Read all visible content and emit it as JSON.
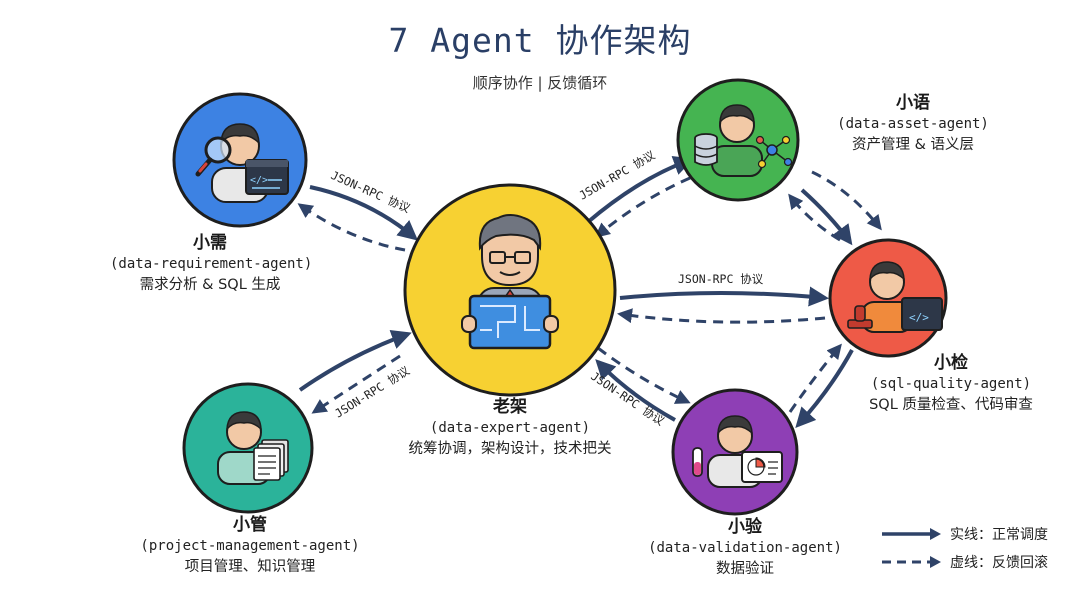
{
  "title": "7 Agent 协作架构",
  "subtitle": "顺序协作 | 反馈循环",
  "protocol_label": "JSON-RPC 协议",
  "agents": {
    "center": {
      "cn": "老架",
      "en": "(data-expert-agent)",
      "desc": "统筹协调，架构设计，技术把关",
      "color": "#f7d132"
    },
    "req": {
      "cn": "小需",
      "en": "(data-requirement-agent)",
      "desc": "需求分析 & SQL 生成",
      "color": "#3d82e3"
    },
    "asset": {
      "cn": "小语",
      "en": "(data-asset-agent)",
      "desc": "资产管理 & 语义层",
      "color": "#45b451"
    },
    "quality": {
      "cn": "小检",
      "en": "(sql-quality-agent)",
      "desc": "SQL 质量检查、代码审查",
      "color": "#ee5a47"
    },
    "validate": {
      "cn": "小验",
      "en": "(data-validation-agent)",
      "desc": "数据验证",
      "color": "#8e3fb5"
    },
    "pm": {
      "cn": "小管",
      "en": "(project-management-agent)",
      "desc": "项目管理、知识管理",
      "color": "#2bb39a"
    }
  },
  "legend": {
    "solid": "实线：正常调度",
    "dashed": "虚线：反馈回滚"
  },
  "colors": {
    "arrow": "#2f4368",
    "outline": "#1e1e1e"
  }
}
